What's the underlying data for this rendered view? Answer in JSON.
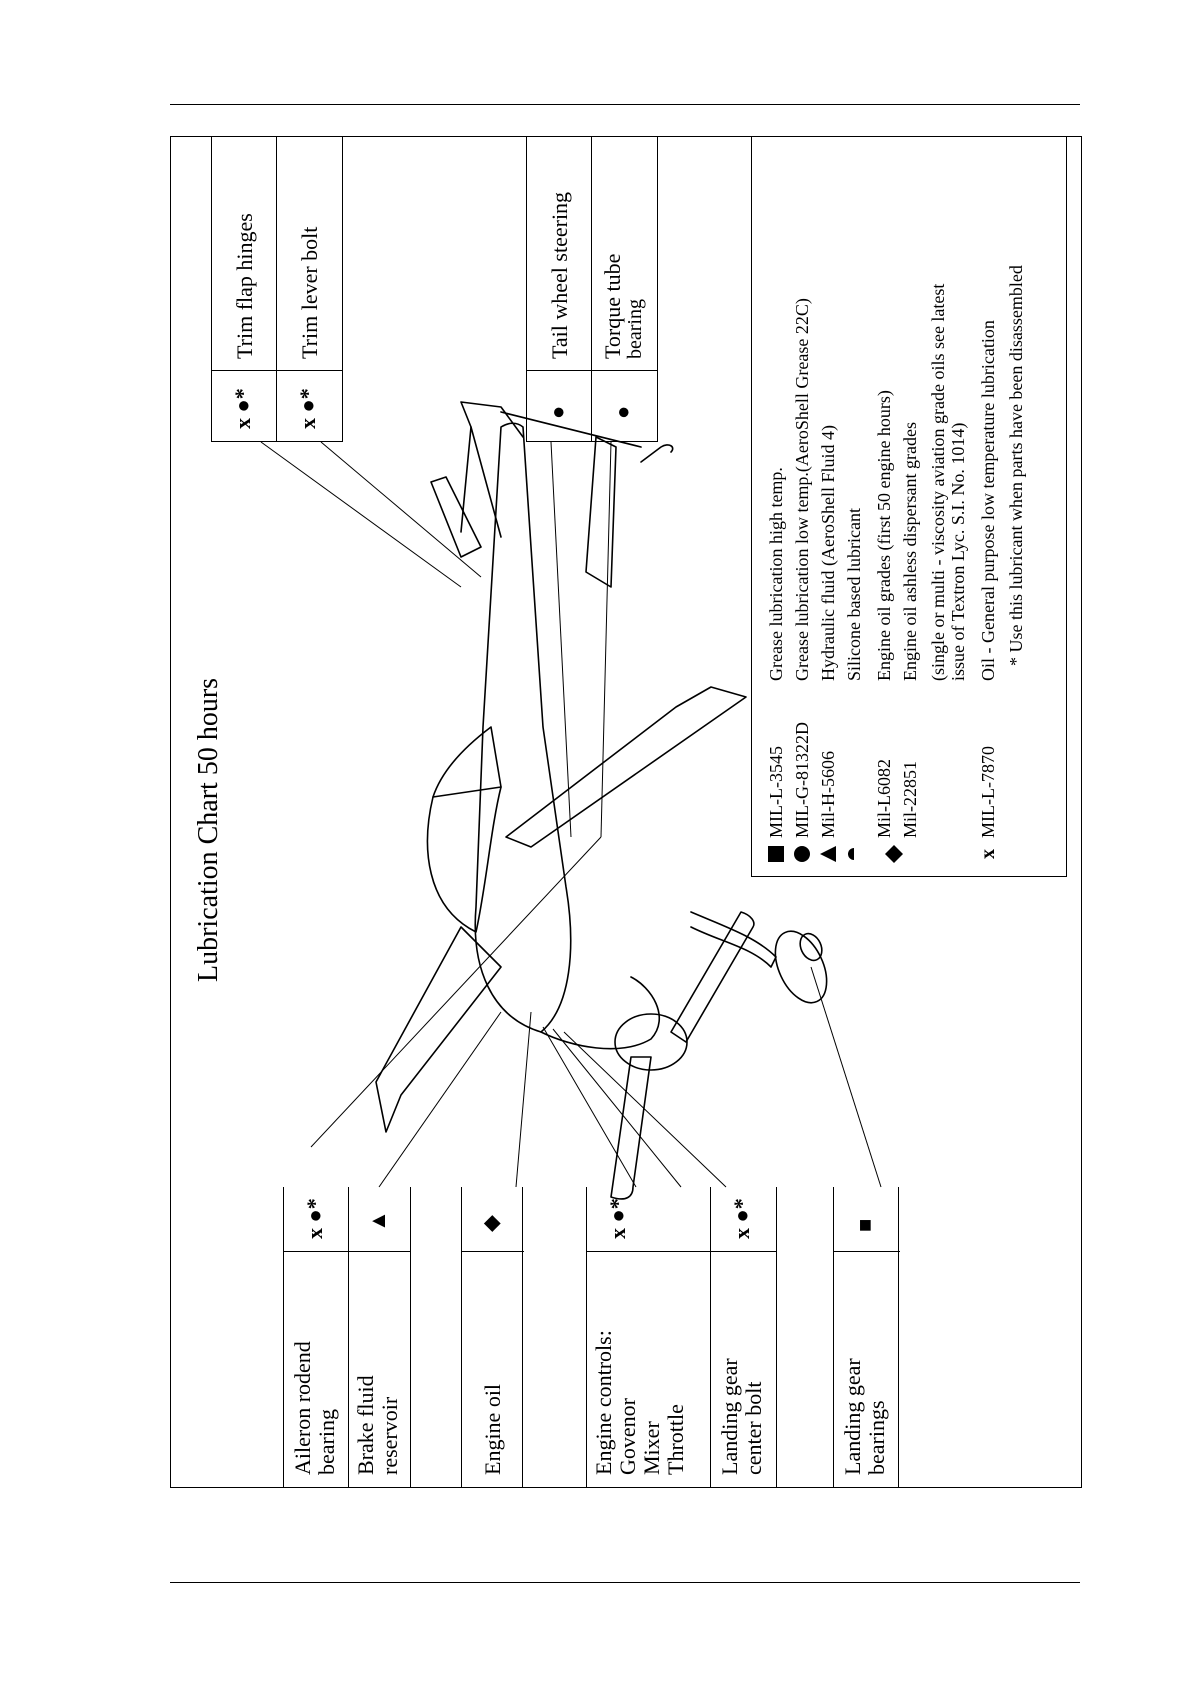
{
  "title": "Lubrication Chart 50 hours",
  "left_items": [
    {
      "label_lines": [
        "Aileron rodend",
        "bearing"
      ],
      "symbols": "x ●*"
    },
    {
      "label_lines": [
        "Brake fluid",
        "reservoir"
      ],
      "symbols": "▲"
    },
    {
      "label_lines": [
        "Engine oil"
      ],
      "symbols": "◆"
    },
    {
      "label_lines": [
        "Engine controls:",
        "Govenor",
        "Mixer",
        "Throttle"
      ],
      "symbols": "x ●*"
    },
    {
      "label_lines": [
        "Landing gear",
        "center bolt"
      ],
      "symbols": "x ●*"
    },
    {
      "label_lines": [
        "Landing gear",
        "bearings"
      ],
      "symbols": "■"
    }
  ],
  "right_items": [
    {
      "label_lines": [
        "Trim flap hinges"
      ],
      "symbols": "x ●*"
    },
    {
      "label_lines": [
        "Trim lever bolt"
      ],
      "symbols": "x ●*"
    },
    {
      "label_lines": [
        "Tail wheel steering"
      ],
      "symbols": "●"
    },
    {
      "label_lines": [
        "Torque tube",
        "bearing"
      ],
      "symbols": "●"
    }
  ],
  "legend": [
    {
      "mark": "square-icon",
      "code": "MIL-L-3545",
      "desc": "Grease lubrication high temp."
    },
    {
      "mark": "circle-icon",
      "code": "MIL-G-81322D",
      "desc": "Grease lubrication low temp.(AeroShell Grease 22C)"
    },
    {
      "mark": "triangle-icon",
      "code": "Mil-H-5606",
      "desc": "Hydraulic fluid (AeroShell Fluid 4)"
    },
    {
      "mark": "half-circle-icon",
      "code": "",
      "desc": "Silicone based lubricant"
    },
    {
      "mark": "diamond-icon",
      "code": "Mil-L6082",
      "desc": "Engine oil   grades (first 50 engine hours)"
    },
    {
      "mark": "",
      "code": "Mil-22851",
      "desc": "Engine oil   ashless dispersant grades"
    },
    {
      "mark": "",
      "code": "",
      "desc": "(single or multi - viscosity aviation grade oils see latest"
    },
    {
      "mark": "",
      "code": "",
      "desc": "issue of Textron Lyc. S.I. No. 1014)"
    },
    {
      "mark": "x-icon",
      "code": "MIL-L-7870",
      "desc": "Oil - General purpose low temperature lubrication"
    },
    {
      "mark": "",
      "code": "",
      "desc": "* Use this lubricant when parts have been disassembled"
    }
  ]
}
